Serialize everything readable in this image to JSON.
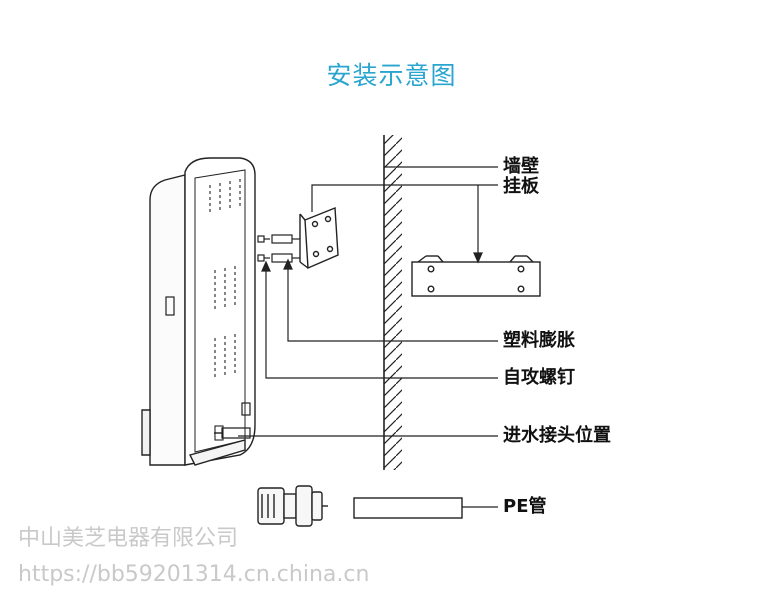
{
  "title": "安装示意图",
  "labels": {
    "wall": "墙壁",
    "hanging_plate": "挂板",
    "plastic_anchor": "塑料膨胀",
    "self_tapping_screw": "自攻螺钉",
    "water_inlet_position": "进水接头位置",
    "pe_pipe": "PE管"
  },
  "watermark": {
    "company": "中山美芝电器有限公司",
    "url": "https://bb59201314.cn.china.cn"
  },
  "colors": {
    "title": "#2aa5cf",
    "line": "#222222",
    "watermark": "#c9c9c9"
  }
}
